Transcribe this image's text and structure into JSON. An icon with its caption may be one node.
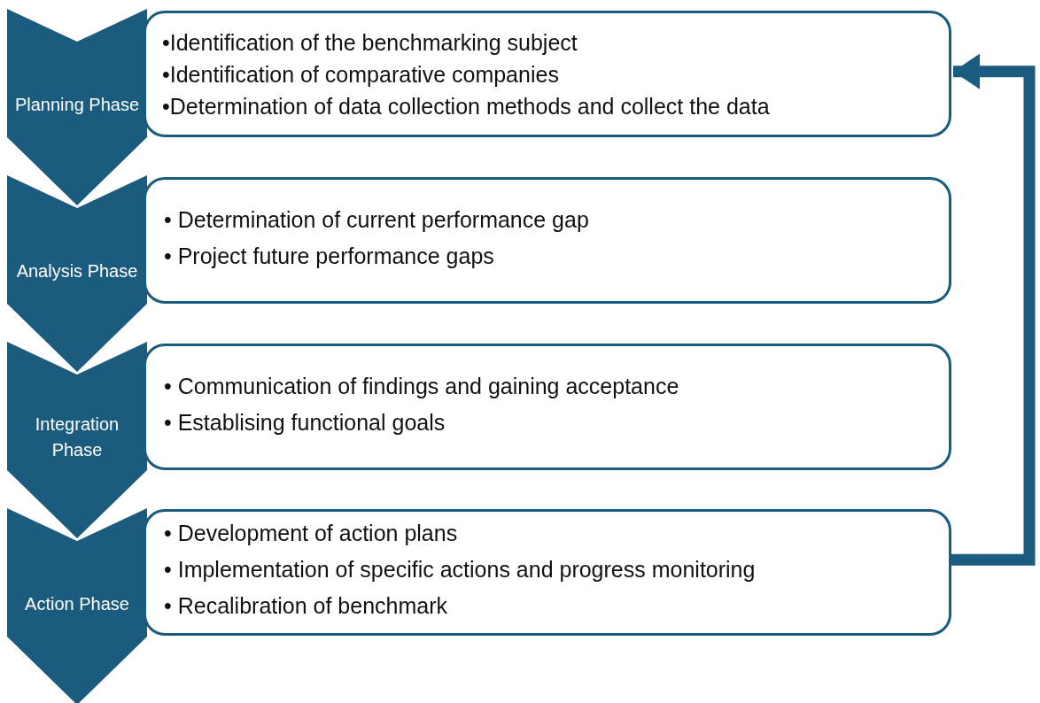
{
  "diagram": {
    "nodes": [
      {
        "text": [
          "Planning Phase"
        ]
      },
      {
        "text": [
          "•Identification of the benchmarking subject",
          "•Identification of comparative companies",
          "•Determination of data collection methods and collect the data"
        ]
      },
      {
        "text": [
          "Analysis Phase"
        ]
      },
      {
        "text": [
          "• Determination of current performance gap",
          "• Project future performance gaps"
        ]
      },
      {
        "text": [
          "Integration Phase"
        ]
      },
      {
        "text": [
          "• Communication of findings and gaining acceptance",
          "• Establising functional goals"
        ]
      },
      {
        "text": [
          "Action Phase"
        ]
      },
      {
        "text": [
          "• Development of action plans",
          "• Implementation of specific actions and progress monitoring",
          "• Recalibration of benchmark"
        ]
      }
    ],
    "edges": [
      {
        "from": 7,
        "to": 1,
        "arrow": "to"
      }
    ]
  }
}
